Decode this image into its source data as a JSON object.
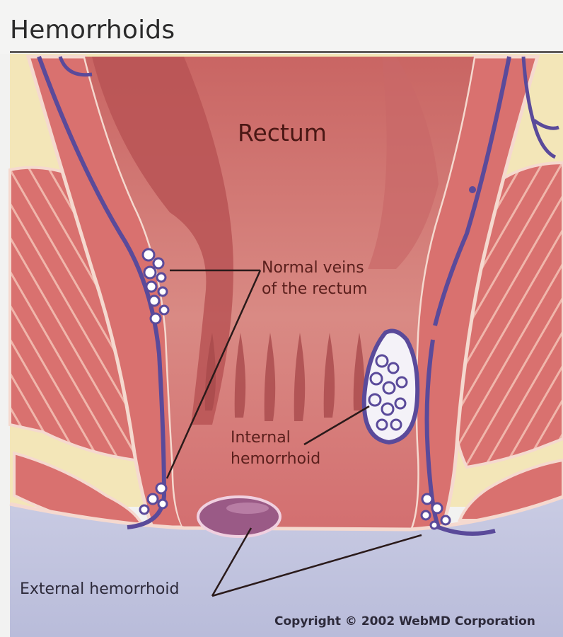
{
  "figure": {
    "title": "Hemorrhoids",
    "labels": {
      "rectum": "Rectum",
      "normal_veins": [
        "Normal veins",
        "of the rectum"
      ],
      "internal_hemorrhoid": [
        "Internal",
        "hemorrhoid"
      ],
      "external_hemorrhoid": "External hemorrhoid"
    },
    "copyright": "Copyright © 2002 WebMD Corporation"
  },
  "colors": {
    "muscle": "#d9716f",
    "muscle_stripe": "#f2c2b6",
    "fat": "#f3e6b8",
    "vein": "#5a4a9a",
    "rectum_inner": "#b85455",
    "rectum_mid": "#d98a84",
    "skin_below": "#c3c6e0",
    "hemorrhoid_external": "#9a5a86"
  }
}
